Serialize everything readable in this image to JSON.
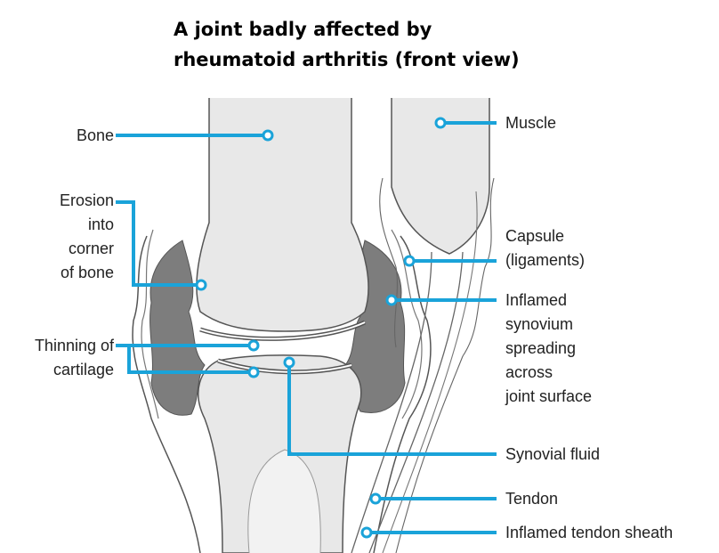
{
  "title": {
    "line1": "A joint badly affected by",
    "line2": "rheumatoid arthritis (front view)"
  },
  "labels": {
    "bone": "Bone",
    "erosion": [
      "Erosion",
      "into",
      "corner",
      "of bone"
    ],
    "thinning": [
      "Thinning of",
      "cartilage"
    ],
    "muscle": "Muscle",
    "capsule": [
      "Capsule",
      "(ligaments)"
    ],
    "inflamed_synovium": [
      "Inflamed",
      "synovium",
      "spreading",
      "across",
      "joint surface"
    ],
    "synovial_fluid": "Synovial fluid",
    "tendon": "Tendon",
    "tendon_sheath": "Inflamed tendon sheath"
  },
  "colors": {
    "leader": "#1aa3d9",
    "bone_fill": "#e8e8e8",
    "synovium_fill": "#7d7d7d",
    "outline": "#555555"
  }
}
